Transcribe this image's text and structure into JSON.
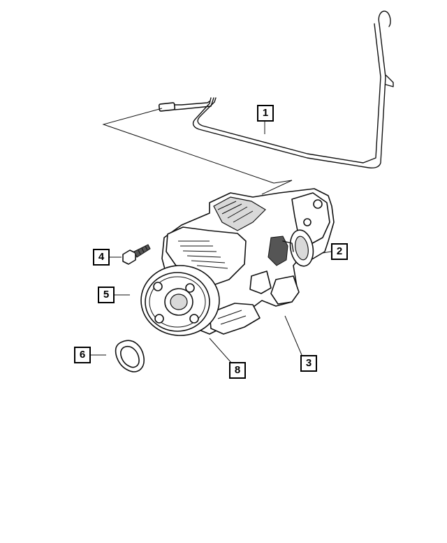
{
  "callouts": [
    {
      "id": "c1",
      "label": "1"
    },
    {
      "id": "c2",
      "label": "2"
    },
    {
      "id": "c3",
      "label": "3"
    },
    {
      "id": "c4",
      "label": "4"
    },
    {
      "id": "c5",
      "label": "5"
    },
    {
      "id": "c6",
      "label": "6"
    },
    {
      "id": "c8",
      "label": "8"
    }
  ]
}
